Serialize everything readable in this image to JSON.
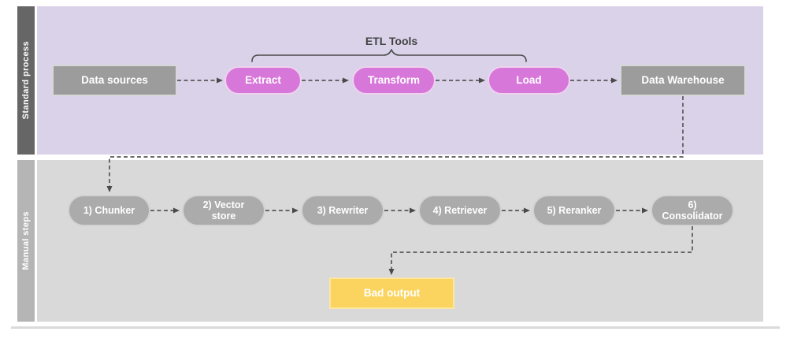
{
  "diagram": {
    "brace_label": "ETL Tools",
    "lanes": {
      "standard": {
        "label": "Standard process"
      },
      "manual": {
        "label": "Manual steps"
      }
    },
    "nodes": {
      "data_sources": {
        "label": "Data sources"
      },
      "extract": {
        "label": "Extract"
      },
      "transform": {
        "label": "Transform"
      },
      "load": {
        "label": "Load"
      },
      "data_warehouse": {
        "label": "Data Warehouse"
      },
      "chunker": {
        "label": "1) Chunker"
      },
      "vector_store": {
        "label": "2) Vector store"
      },
      "rewriter": {
        "label": "3) Rewriter"
      },
      "retriever": {
        "label": "4) Retriever"
      },
      "reranker": {
        "label": "5) Reranker"
      },
      "consolidator": {
        "label": "6) Consolidator"
      },
      "bad_output": {
        "label": "Bad output"
      }
    },
    "colors": {
      "lane_standard_bg": "#d9d2e9",
      "lane_manual_bg": "#d9d9d9",
      "sidebar_standard": "#666666",
      "sidebar_manual": "#b5b5b5",
      "etl_pill": "#d877da",
      "gray_node": "#9c9c9c",
      "manual_pill": "#ababab",
      "output_node": "#fbd45f",
      "connector": "#575757"
    }
  }
}
